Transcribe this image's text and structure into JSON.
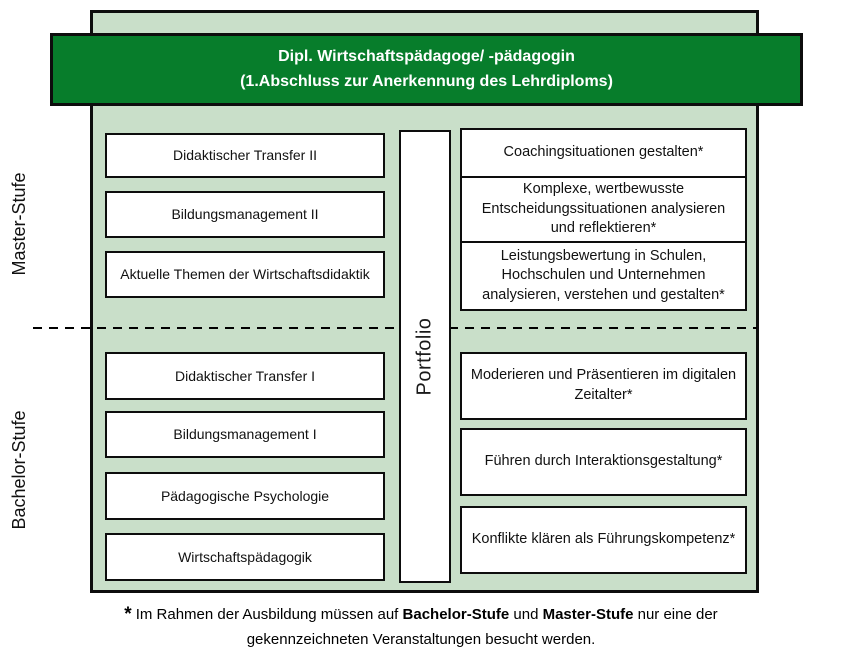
{
  "colors": {
    "header_green": "#077d2b",
    "panel_green": "#c9dfc9",
    "box_white": "#ffffff",
    "border_black": "#0d0d0d"
  },
  "header": {
    "line1": "Dipl. Wirtschaftspädagoge/ -pädagogin",
    "line2": "(1.Abschluss zur Anerkennung des Lehrdiploms)"
  },
  "portfolio_label": "Portfolio",
  "stages": {
    "master": {
      "label": "Master-Stufe",
      "left_modules": [
        "Didaktischer Transfer II",
        "Bildungsmanagement II",
        "Aktuelle Themen der Wirtschaftsdidaktik"
      ],
      "right_modules": [
        "Coachingsituationen gestalten*",
        "Komplexe, wertbewusste Entscheidungssituationen analysieren und reflektieren*",
        "Leistungsbewertung in Schulen, Hochschulen und Unternehmen analysieren, verstehen und gestalten*"
      ]
    },
    "bachelor": {
      "label": "Bachelor-Stufe",
      "left_modules": [
        "Didaktischer Transfer I",
        "Bildungsmanagement I",
        "Pädagogische Psychologie",
        "Wirtschaftspädagogik"
      ],
      "right_modules": [
        "Moderieren und Präsentieren im digitalen Zeitalter*",
        "Führen durch Interaktionsgestaltung*",
        "Konflikte klären als Führungskompetenz*"
      ]
    }
  },
  "footnote": {
    "marker": "*",
    "part1": "Im Rahmen der Ausbildung müssen auf ",
    "bold1": "Bachelor-Stufe",
    "part2": " und ",
    "bold2": "Master-Stufe",
    "part3": " nur eine der gekennzeichneten Veranstaltungen besucht werden."
  }
}
